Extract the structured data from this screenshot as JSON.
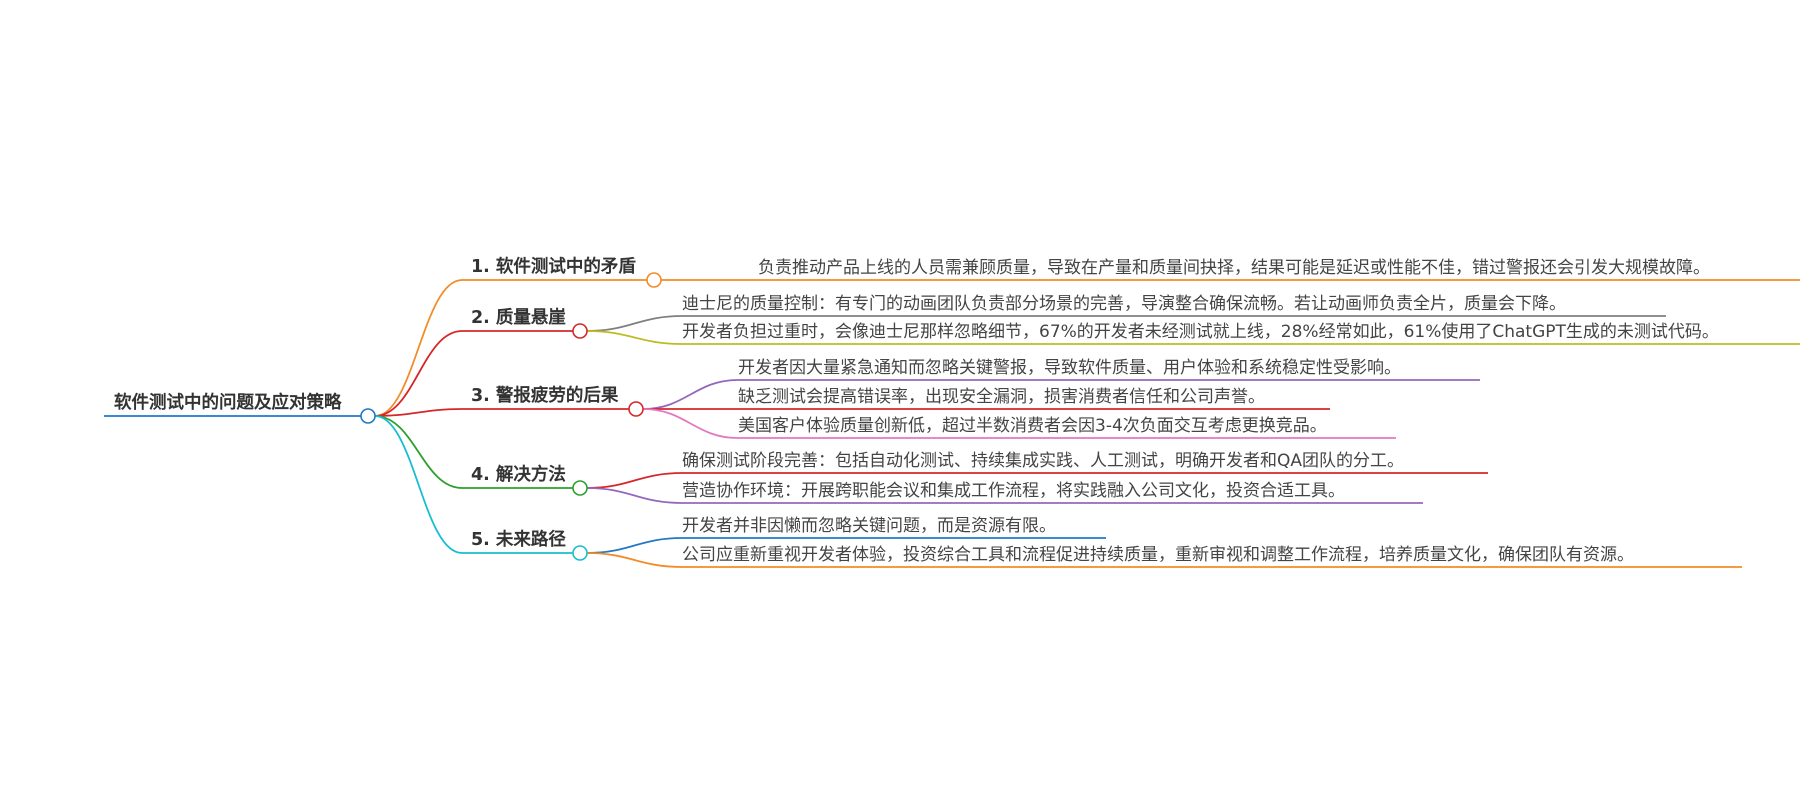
{
  "root": {
    "label": "软件测试中的问题及应对策略",
    "color": "#1f78c8"
  },
  "branches": [
    {
      "label": "1. 软件测试中的矛盾",
      "color": "#f28c28",
      "leaves": [
        {
          "text": "负责推动产品上线的人员需兼顾质量，导致在产量和质量间抉择，结果可能是延迟或性能不佳，错过警报还会引发大规模故障。",
          "color": "#f28c28"
        }
      ]
    },
    {
      "label": "2. 质量悬崖",
      "color": "#d62728",
      "leaves": [
        {
          "text": "迪士尼的质量控制：有专门的动画团队负责部分场景的完善，导演整合确保流畅。若让动画师负责全片，质量会下降。",
          "color": "#7f7f7f"
        },
        {
          "text": "开发者负担过重时，会像迪士尼那样忽略细节，67%的开发者未经测试就上线，28%经常如此，61%使用了ChatGPT生成的未测试代码。",
          "color": "#bcbd22"
        }
      ]
    },
    {
      "label": "3. 警报疲劳的后果",
      "color": "#d62728",
      "leaves": [
        {
          "text": "开发者因大量紧急通知而忽略关键警报，导致软件质量、用户体验和系统稳定性受影响。",
          "color": "#9467bd"
        },
        {
          "text": "缺乏测试会提高错误率，出现安全漏洞，损害消费者信任和公司声誉。",
          "color": "#d62728"
        },
        {
          "text": "美国客户体验质量创新低，超过半数消费者会因3-4次负面交互考虑更换竞品。",
          "color": "#e377c2"
        }
      ]
    },
    {
      "label": "4. 解决方法",
      "color": "#2ca02c",
      "leaves": [
        {
          "text": "确保测试阶段完善：包括自动化测试、持续集成实践、人工测试，明确开发者和QA团队的分工。",
          "color": "#d62728"
        },
        {
          "text": "营造协作环境：开展跨职能会议和集成工作流程，将实践融入公司文化，投资合适工具。",
          "color": "#9467bd"
        }
      ]
    },
    {
      "label": "5. 未来路径",
      "color": "#17becf",
      "leaves": [
        {
          "text": "开发者并非因懒而忽略关键问题，而是资源有限。",
          "color": "#1f78c8"
        },
        {
          "text": "公司应重新重视开发者体验，投资综合工具和流程促进持续质量，重新审视和调整工作流程，培养质量文化，确保团队有资源。",
          "color": "#f28c28"
        }
      ]
    }
  ]
}
